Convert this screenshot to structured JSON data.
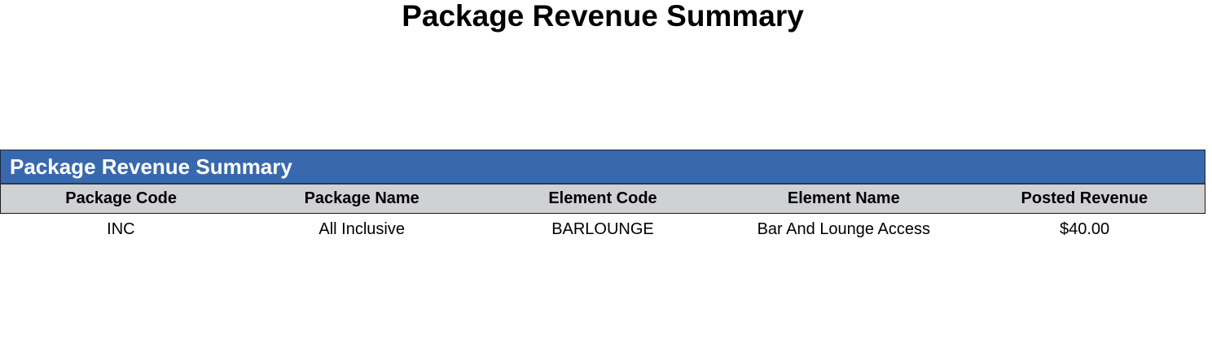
{
  "page": {
    "title": "Package Revenue Summary"
  },
  "report": {
    "section_title": "Package Revenue Summary",
    "colors": {
      "band": "#3869ae",
      "header_row": "#d0d1d3"
    },
    "columns": [
      "Package Code",
      "Package Name",
      "Element Code",
      "Element Name",
      "Posted Revenue"
    ],
    "rows": [
      {
        "package_code": "INC",
        "package_name": "All Inclusive",
        "element_code": "BARLOUNGE",
        "element_name": "Bar And Lounge Access",
        "posted_revenue": "$40.00"
      }
    ]
  }
}
